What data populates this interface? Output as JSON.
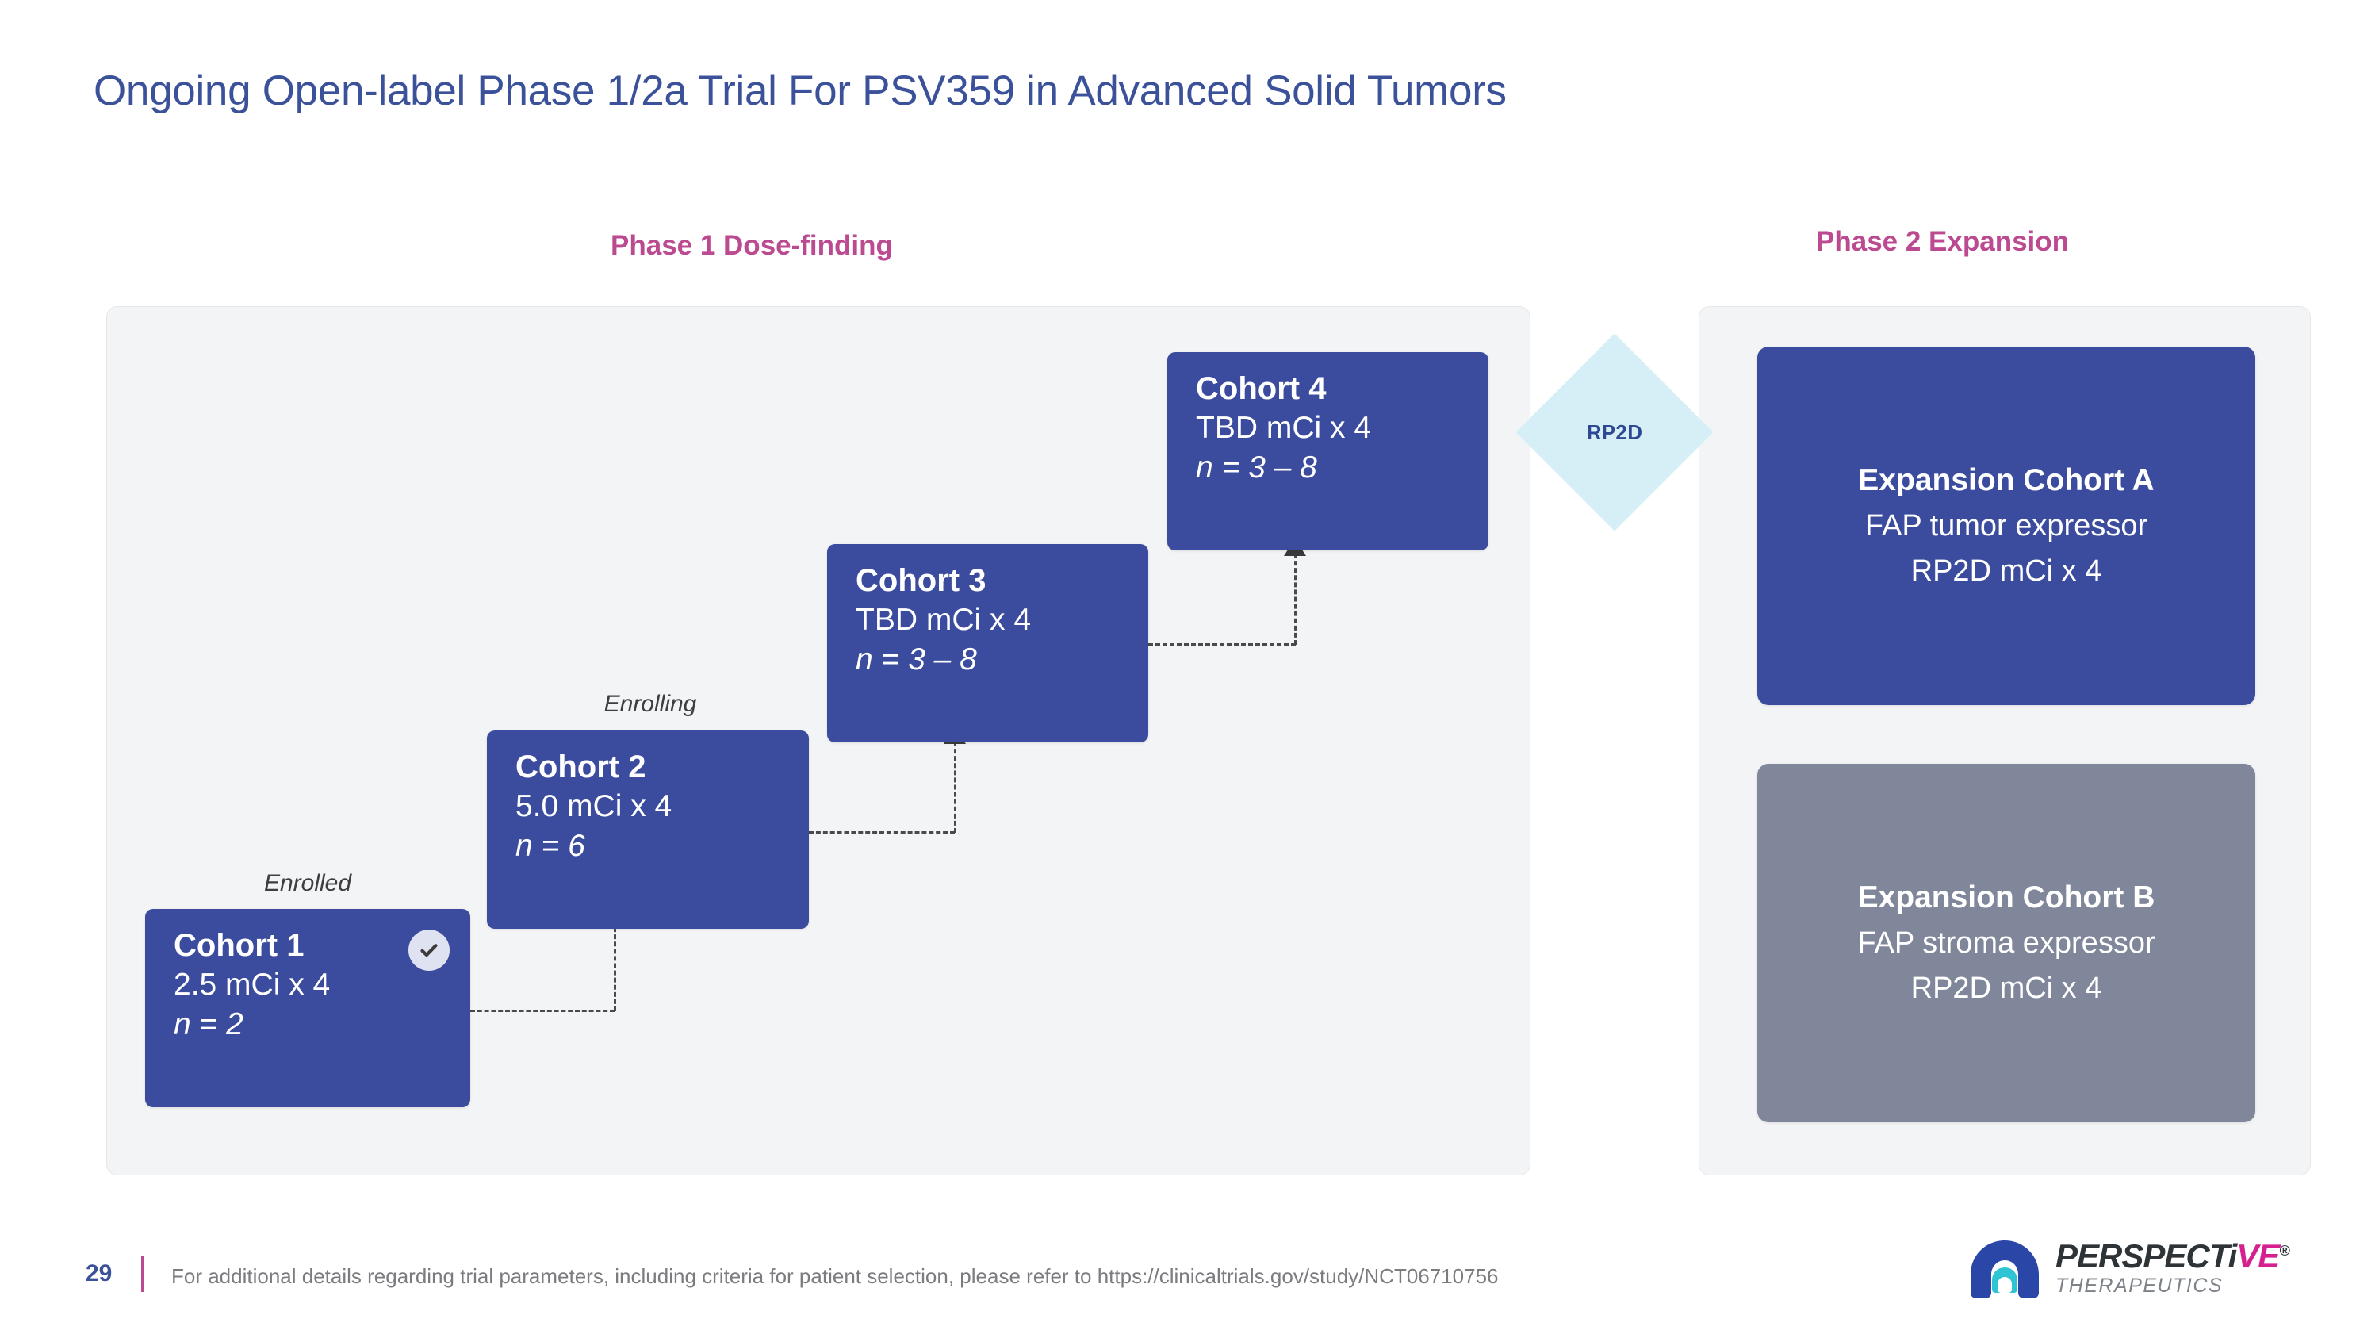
{
  "slide": {
    "title": "Ongoing Open-label Phase 1/2a Trial For PSV359 in Advanced Solid Tumors"
  },
  "phase1": {
    "heading": "Phase 1 Dose-finding",
    "status_labels": {
      "enrolled": "Enrolled",
      "enrolling": "Enrolling"
    },
    "cohorts": [
      {
        "title": "Cohort 1",
        "dose": "2.5 mCi x 4",
        "n": "n = 2",
        "status": "Enrolled",
        "complete": true
      },
      {
        "title": "Cohort 2",
        "dose": "5.0 mCi x 4",
        "n": "n = 6",
        "status": "Enrolling",
        "complete": false
      },
      {
        "title": "Cohort 3",
        "dose": "TBD mCi x 4",
        "n": "n = 3 – 8",
        "status": "",
        "complete": false
      },
      {
        "title": "Cohort 4",
        "dose": "TBD mCi x 4",
        "n": "n = 3 – 8",
        "status": "",
        "complete": false
      }
    ]
  },
  "transition": {
    "rp2d_label": "RP2D"
  },
  "phase2": {
    "heading": "Phase 2 Expansion",
    "cohorts": [
      {
        "title": "Expansion Cohort A",
        "line1": "FAP tumor expressor",
        "line2": "RP2D mCi x 4",
        "color": "#3b4c9e"
      },
      {
        "title": "Expansion Cohort B",
        "line1": "FAP stroma expressor",
        "line2": "RP2D mCi x 4",
        "color": "#80879a"
      }
    ]
  },
  "footer": {
    "page_number": "29",
    "note": "For additional details regarding trial parameters, including criteria for patient selection, please refer to https://clinicaltrials.gov/study/NCT06710756"
  },
  "logo": {
    "word_part1": "PERSPECTi",
    "word_part2": "VE",
    "registered": "®",
    "subtitle": "THERAPEUTICS"
  },
  "colors": {
    "title_blue": "#3b5199",
    "accent_magenta": "#bc4a90",
    "cohort_blue": "#3b4c9e",
    "cohort_gray": "#80879a",
    "panel_bg": "#f3f4f6",
    "diamond_cyan": "#d6eff6"
  }
}
